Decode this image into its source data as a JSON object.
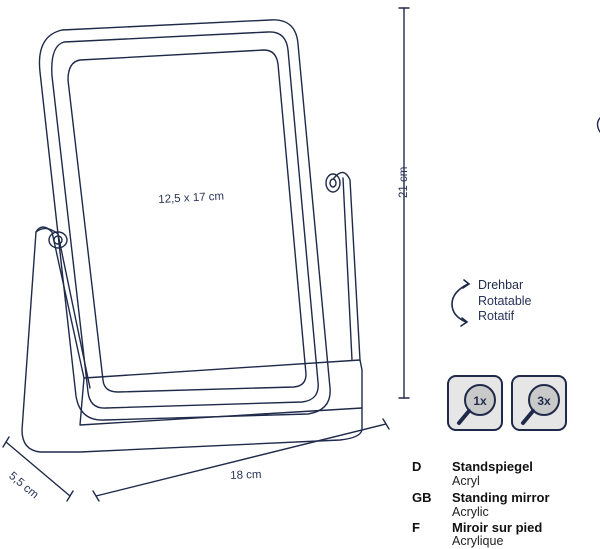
{
  "colors": {
    "line": "#1f2a4a",
    "badge_bg": "#e6e6e6",
    "lens": "#c9c9c9"
  },
  "dimensions": {
    "mirror": "12,5 x 17 cm",
    "height": "21 cm",
    "width": "18 cm",
    "depth": "5,5 cm"
  },
  "rotation": {
    "icon": "rotate-arrows-icon",
    "lines": [
      "Drehbar",
      "Rotatable",
      "Rotatif"
    ]
  },
  "magnification": [
    {
      "label": "1x",
      "icon": "magnifier-icon"
    },
    {
      "label": "3x",
      "icon": "magnifier-icon"
    }
  ],
  "languages": [
    {
      "code": "D",
      "title": "Standspiegel",
      "material": "Acryl"
    },
    {
      "code": "GB",
      "title": "Standing mirror",
      "material": "Acrylic"
    },
    {
      "code": "F",
      "title": "Miroir sur pied",
      "material": "Acrylique"
    }
  ]
}
